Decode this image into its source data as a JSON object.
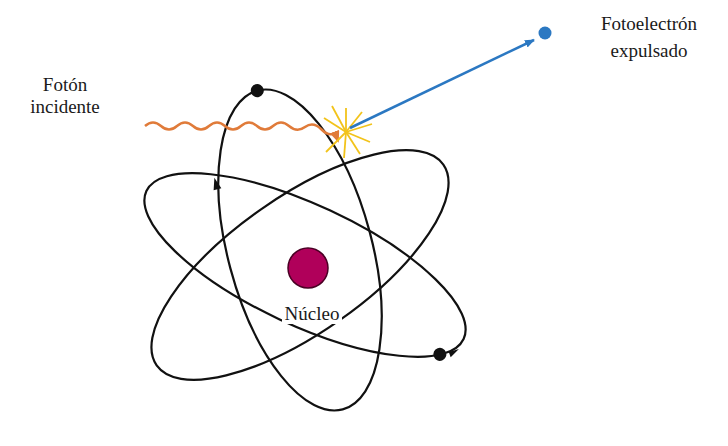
{
  "diagram": {
    "labels": [
      "Fotón incidente",
      "Fotoelectrón expulsado",
      "Núcleo"
    ]
  }
}
